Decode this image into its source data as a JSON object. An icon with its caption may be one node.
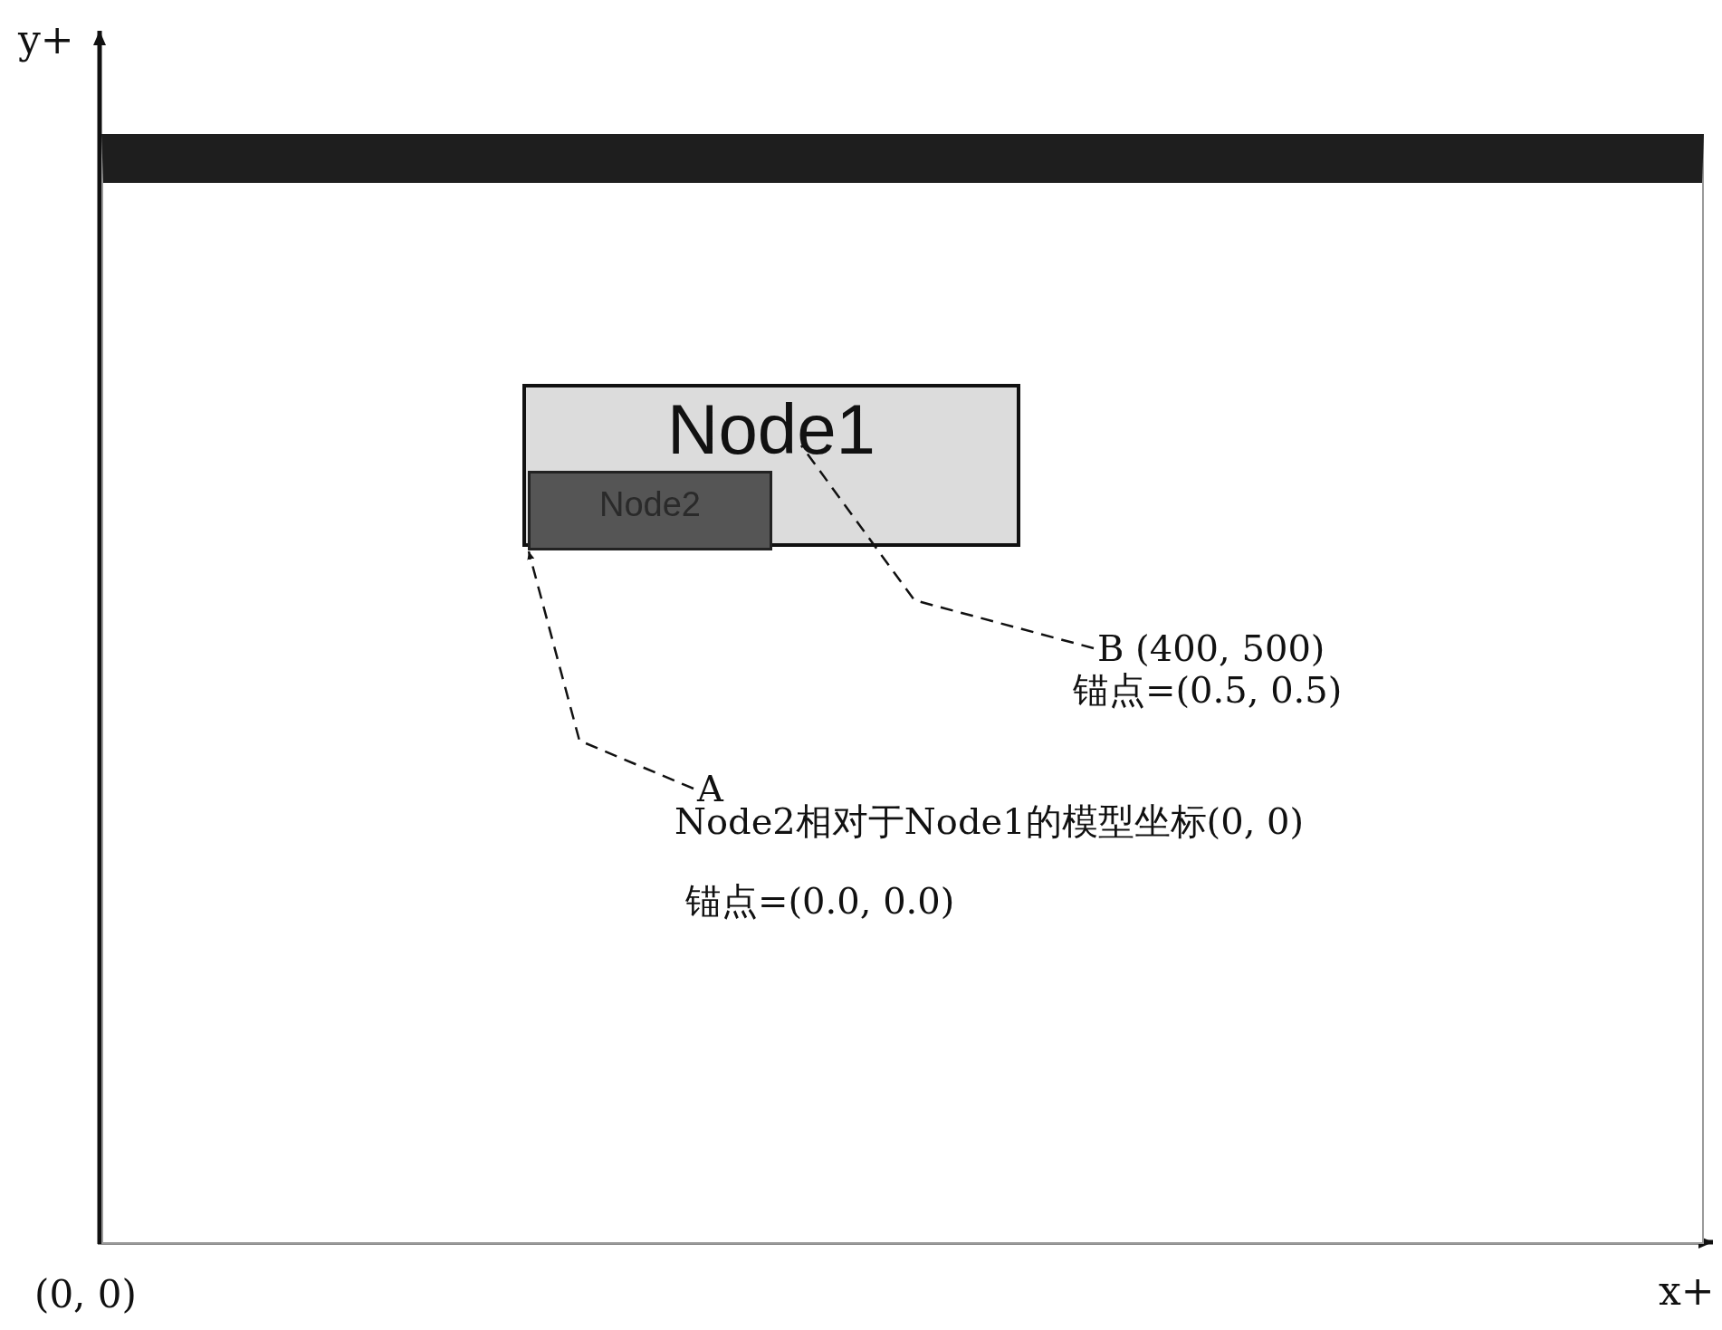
{
  "diagram": {
    "nodes": [
      {
        "text": [],
        "shape": "box"
      },
      {
        "text": [
          "Node1"
        ],
        "in": 0
      },
      {
        "text": [
          "Node2"
        ],
        "in": 1
      },
      {
        "text": [
          "A"
        ],
        "in": 0,
        "beside": [
          "Node2相对于Node1的模型坐标(0, 0)",
          "锚点=(0.0, 0.0)"
        ]
      },
      {
        "text": [
          "B (400, 500)"
        ],
        "in": 0,
        "beside": [
          "锚点=(0.5, 0.5)"
        ]
      }
    ],
    "edges": [
      {
        "from": 3,
        "to": 2,
        "arrow": "to",
        "style": "dashed"
      },
      {
        "from": 4,
        "to": null,
        "arrow": "none",
        "style": "dashed"
      }
    ],
    "labels": [
      "y+",
      "(0, 0)",
      "x+"
    ]
  }
}
